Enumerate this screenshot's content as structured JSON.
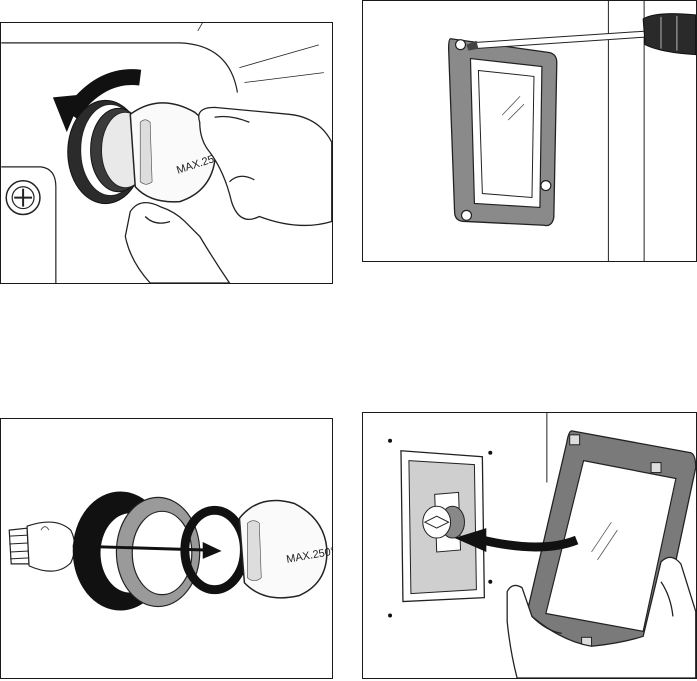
{
  "figures": [
    {
      "id": "remove-lamp-cover",
      "cap_label": "MAX.250°"
    },
    {
      "id": "unscrew-frame"
    },
    {
      "id": "lamp-parts",
      "cap_label": "MAX.250°"
    },
    {
      "id": "remove-glass-frame"
    }
  ]
}
